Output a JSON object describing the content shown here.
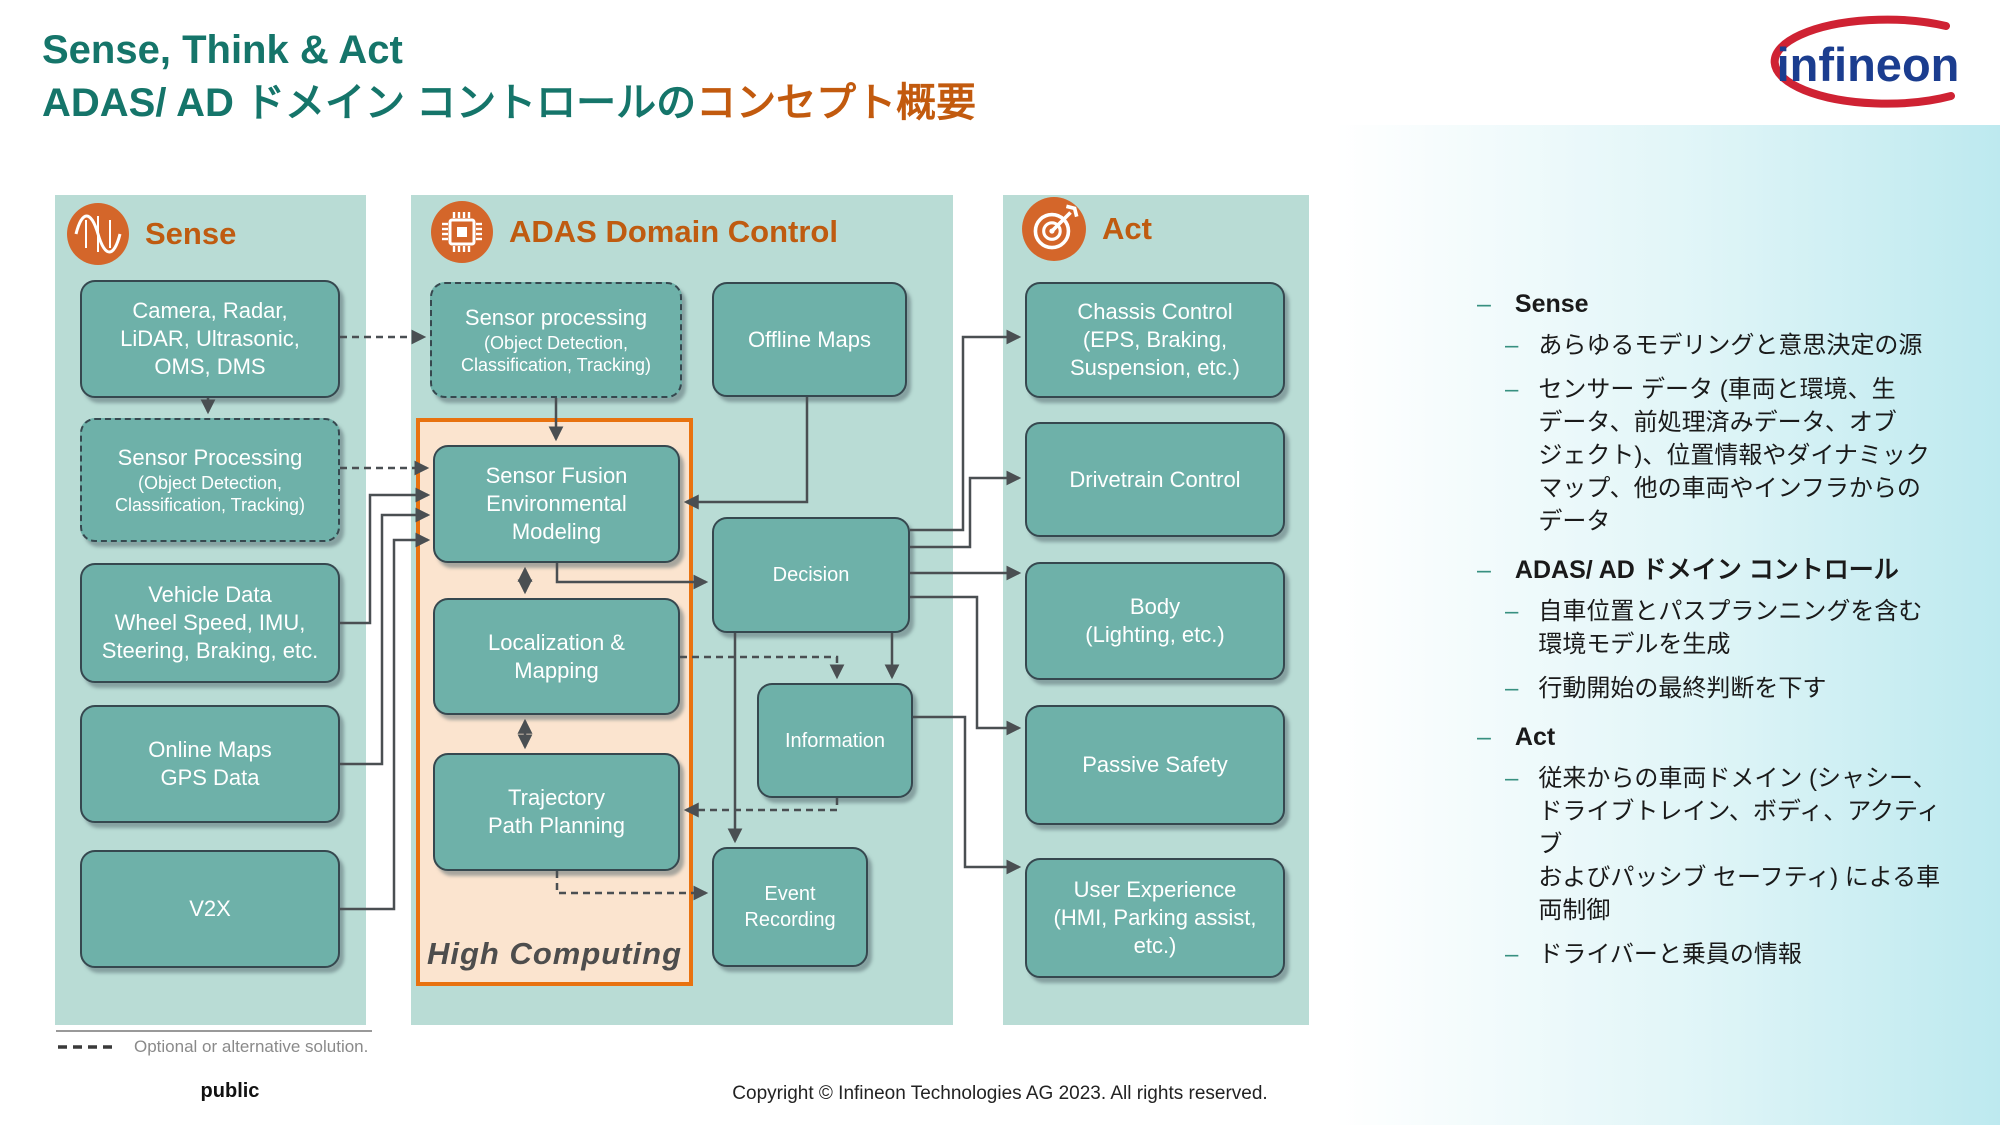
{
  "title": {
    "line1": "Sense, Think & Act",
    "line2_teal": "ADAS/ AD ドメイン コントロールの",
    "line2_orange": "コンセプト概要"
  },
  "logo": {
    "text": "infineon"
  },
  "panels": {
    "sense": {
      "label": "Sense",
      "boxes": {
        "camera": "Camera, Radar,\nLiDAR, Ultrasonic,\nOMS, DMS",
        "sensor_processing_title": "Sensor Processing",
        "sensor_processing_sub": "(Object Detection,\nClassification, Tracking)",
        "vehicle": "Vehicle Data\nWheel Speed, IMU,\nSteering, Braking, etc.",
        "online_maps": "Online Maps\nGPS Data",
        "v2x": "V2X"
      }
    },
    "adas": {
      "label": "ADAS Domain Control",
      "boxes": {
        "sensor_processing_title": "Sensor processing",
        "sensor_processing_sub": "(Object Detection,\nClassification, Tracking)",
        "offline_maps": "Offline Maps",
        "sensor_fusion": "Sensor Fusion\nEnvironmental\nModeling",
        "localization": "Localization &\nMapping",
        "trajectory": "Trajectory\nPath Planning",
        "decision": "Decision",
        "information": "Information",
        "event_recording": "Event\nRecording",
        "high_computing": "High Computing"
      }
    },
    "act": {
      "label": "Act",
      "boxes": {
        "chassis": "Chassis Control\n(EPS, Braking,\nSuspension, etc.)",
        "drivetrain": "Drivetrain Control",
        "body": "Body\n(Lighting, etc.)",
        "passive": "Passive Safety",
        "ux": "User Experience\n(HMI, Parking assist,\netc.)"
      }
    }
  },
  "legend": {
    "dash_label": "Optional or alternative solution."
  },
  "footer": {
    "classification": "public",
    "copyright": "Copyright © Infineon Technologies AG 2023. All rights reserved."
  },
  "sidebar": {
    "sections": [
      {
        "heading": "Sense",
        "bullets": [
          "あらゆるモデリングと意思決定の源",
          "センサー データ (車両と環境、生\nデータ、前処理済みデータ、オブ\nジェクト)、位置情報やダイナミック\nマップ、他の車両やインフラからの\nデータ"
        ]
      },
      {
        "heading": "ADAS/ AD ドメイン コントロール",
        "bullets": [
          "自車位置とパスプランニングを含む\n環境モデルを生成",
          "行動開始の最終判断を下す"
        ]
      },
      {
        "heading": "Act",
        "bullets": [
          "従来からの車両ドメイン (シャシー、\nドライブトレイン、ボディ、アクティブ\nおよびパッシブ セーフティ) による車\n両制御",
          "ドライバーと乗員の情報"
        ]
      }
    ]
  },
  "colors": {
    "title_teal": "#15756a",
    "title_orange": "#c25a0e",
    "panel_bg": "#b9dcd5",
    "box_fill": "#6eb1a9",
    "box_border": "#36484f",
    "high_computing_fill": "#fbe4cf",
    "high_computing_border": "#e8720f",
    "icon_orange": "#d4662a",
    "header_label": "#bf5b10",
    "connector_gray": "#4a4f52",
    "logo_blue": "#1b3d8f",
    "logo_red": "#cf2233"
  }
}
